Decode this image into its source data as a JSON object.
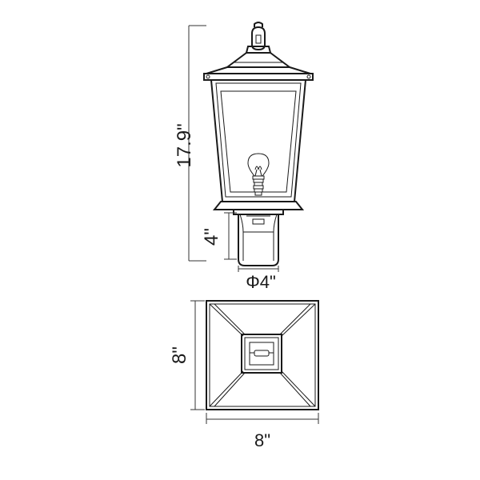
{
  "dimensions": {
    "total_height": "17.9\"",
    "post_height": "4\"",
    "post_diameter": "Φ4\"",
    "top_depth": "8\"",
    "top_width": "8\""
  }
}
